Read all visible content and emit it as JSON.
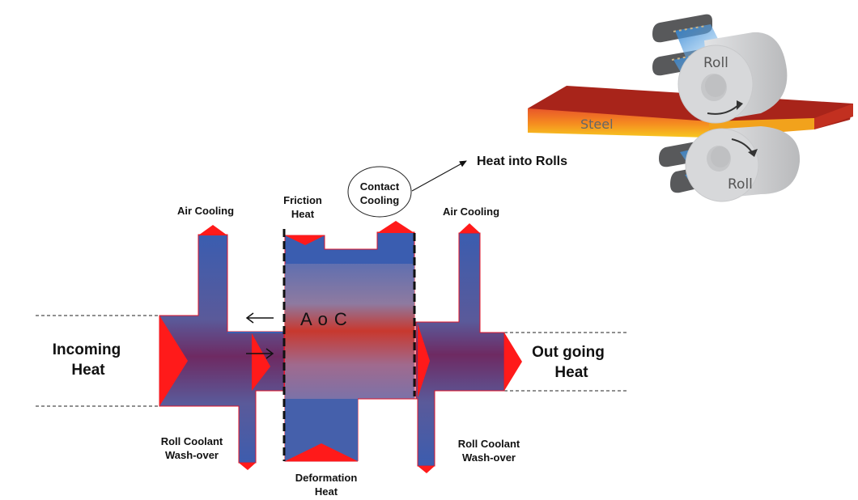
{
  "labels": {
    "incoming_heat": [
      "Incoming",
      "Heat"
    ],
    "outgoing_heat": [
      "Out going",
      "Heat"
    ],
    "air_cooling_left": "Air Cooling",
    "air_cooling_right": "Air Cooling",
    "friction_heat": [
      "Friction",
      "Heat"
    ],
    "contact_cooling": [
      "Contact",
      "Cooling"
    ],
    "heat_into_rolls": "Heat into Rolls",
    "roll_coolant_left": [
      "Roll Coolant",
      "Wash-over"
    ],
    "roll_coolant_right": [
      "Roll Coolant",
      "Wash-over"
    ],
    "deformation_heat": [
      "Deformation",
      "Heat"
    ],
    "arc_of_contact": "A o C"
  },
  "illustration": {
    "roll_top": "Roll",
    "roll_bottom": "Roll",
    "steel": "Steel"
  },
  "colors": {
    "flow_blue": "#3a5db0",
    "flow_purple": "#6e2a62",
    "flow_red": "#c8382e",
    "arrow_red": "#ff1a1a",
    "steel_dark": "#a8241a",
    "steel_hot": "#f5c21c",
    "roll_gray": "#d4d5d7",
    "bracket_gray": "#5a5b5d",
    "spray_blue": "#4aa3e0"
  }
}
